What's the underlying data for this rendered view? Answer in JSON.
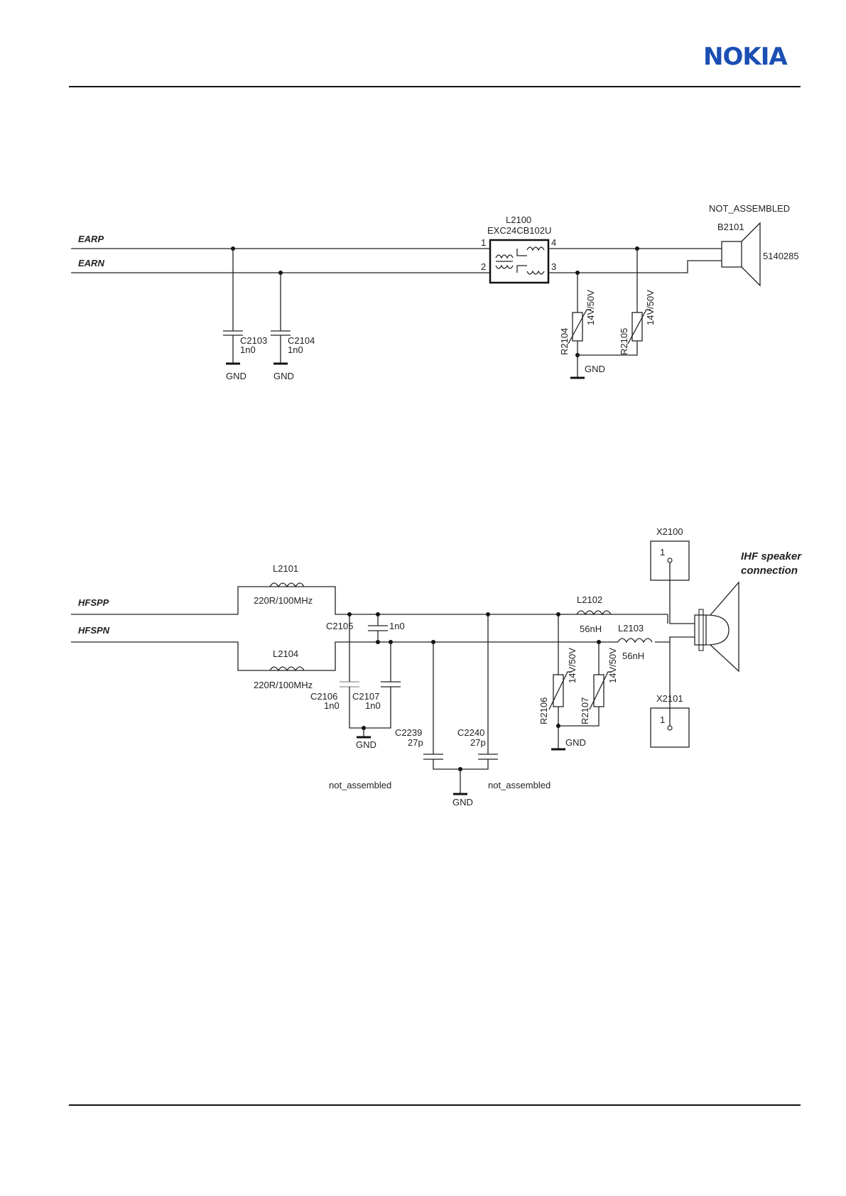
{
  "header": {
    "logo_text": "NOKIA",
    "brand_color": "#1b4fb3"
  },
  "schematic_top": {
    "nets": {
      "earp": "EARP",
      "earn": "EARN"
    },
    "filter": {
      "ref": "L2100",
      "part": "EXC24CB102U",
      "pins": [
        "1",
        "2",
        "3",
        "4"
      ]
    },
    "speaker": {
      "note": "NOT_ASSEMBLED",
      "ref": "B2101",
      "code": "5140285"
    },
    "capacitors": [
      {
        "ref": "C2103",
        "value": "1n0"
      },
      {
        "ref": "C2104",
        "value": "1n0"
      }
    ],
    "varistors": [
      {
        "ref": "R2104",
        "value": "14V/50V"
      },
      {
        "ref": "R2105",
        "value": "14V/50V"
      }
    ],
    "gnd": [
      "GND",
      "GND",
      "GND"
    ]
  },
  "schematic_bottom": {
    "nets": {
      "hfspp": "HFSPP",
      "hfspn": "HFSPN"
    },
    "ferrites": [
      {
        "ref": "L2101",
        "value": "220R/100MHz"
      },
      {
        "ref": "L2104",
        "value": "220R/100MHz"
      }
    ],
    "inductors": [
      {
        "ref": "L2102",
        "value": "56nH"
      },
      {
        "ref": "L2103",
        "value": "56nH"
      }
    ],
    "capacitors": [
      {
        "ref": "C2105",
        "value": "1n0"
      },
      {
        "ref": "C2106",
        "value": "1n0"
      },
      {
        "ref": "C2107",
        "value": "1n0"
      },
      {
        "ref": "C2239",
        "value": "27p"
      },
      {
        "ref": "C2240",
        "value": "27p"
      }
    ],
    "varistors": [
      {
        "ref": "R2106",
        "value": "14V/50V"
      },
      {
        "ref": "R2107",
        "value": "14V/50V"
      }
    ],
    "connectors": [
      {
        "ref": "X2100",
        "pin": "1"
      },
      {
        "ref": "X2101",
        "pin": "1"
      }
    ],
    "speaker_label": {
      "line1": "IHF speaker",
      "line2": "connection"
    },
    "not_assembled": [
      "not_assembled",
      "not_assembled"
    ],
    "gnd": [
      "GND",
      "GND",
      "GND"
    ]
  }
}
